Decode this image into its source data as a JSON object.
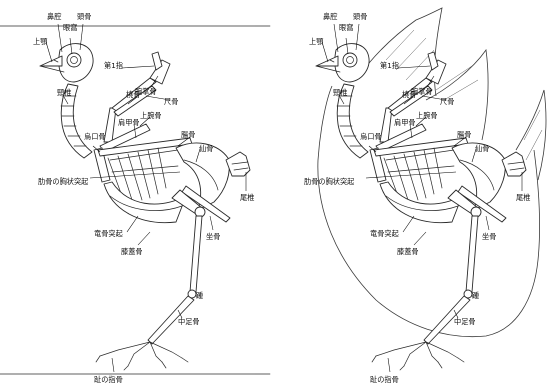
{
  "panels": [
    {
      "id": "left",
      "labels": {
        "biko": "鼻腔",
        "gankatsu": "眼窩",
        "tokotsu": "頭骨",
        "jogaku": "上顎",
        "dai1shi": "第1指",
        "wanshokotsu": "腕掌骨",
        "keitsui": "頸椎",
        "tokotsu_radius": "橈骨",
        "shakkotsu": "尺骨",
        "kenkokotsu": "肩甲骨",
        "jowankotsu": "上腕骨",
        "chokotsu": "腸骨",
        "ukokotsu": "烏口骨",
        "senkotsu": "仙骨",
        "rokkotsu": "肋骨の胸状突起",
        "bitsui": "尾椎",
        "ryukotsu": "竜骨突起",
        "zakotsu": "坐骨",
        "shitsugaikotsu": "膝蓋骨",
        "kakato": "踵",
        "chusokotsu": "中足骨",
        "shinoshikotsu": "趾の指骨"
      }
    },
    {
      "id": "right",
      "labels": {
        "biko": "鼻腔",
        "gankatsu": "眼窩",
        "tokotsu": "頭骨",
        "jogaku": "上顎",
        "dai1shi": "第1指",
        "wanshokotsu": "腕掌骨",
        "keitsui": "頸椎",
        "tokotsu_radius": "橈骨",
        "shakkotsu": "尺骨",
        "kenkokotsu": "肩甲骨",
        "jowankotsu": "上腕骨",
        "chokotsu": "腸骨",
        "ukokotsu": "烏口骨",
        "senkotsu": "仙骨",
        "rokkotsu": "肋骨の胸状突起",
        "bitsui": "尾椎",
        "ryukotsu": "竜骨突起",
        "zakotsu": "坐骨",
        "shitsugaikotsu": "膝蓋骨",
        "kakato": "踵",
        "chusokotsu": "中足骨",
        "shinoshikotsu": "趾の指骨"
      }
    }
  ]
}
